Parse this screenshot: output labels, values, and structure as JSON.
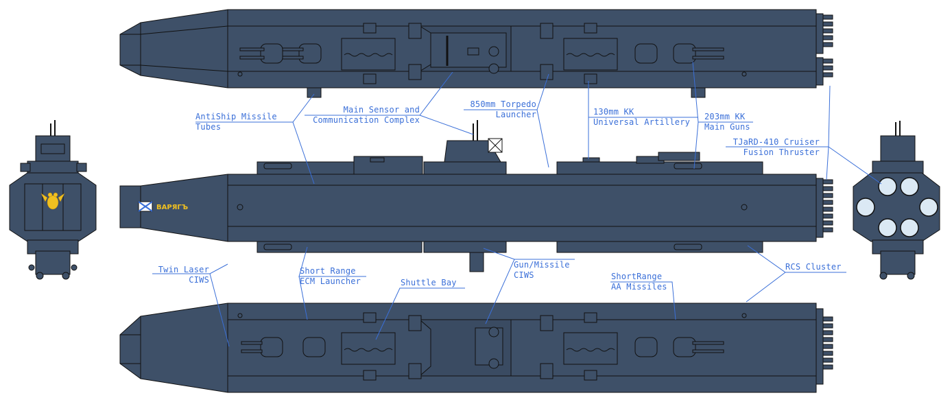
{
  "labels": {
    "antiship": [
      "AntiShip Missile",
      "Tubes"
    ],
    "sensor": [
      "Main Sensor and",
      "Communication Complex"
    ],
    "torpedo": [
      "850mm Torpedo",
      "Launcher"
    ],
    "artillery": [
      "130mm KK",
      "Universal Artillery"
    ],
    "main_guns": [
      "203mm KK",
      "Main Guns"
    ],
    "thruster": [
      "TJaRD-410 Cruiser",
      "Fusion Thruster"
    ],
    "laser": [
      "Twin Laser",
      "CIWS"
    ],
    "ecm": [
      "Short Range",
      "ECM Launcher"
    ],
    "shuttle": [
      "Shuttle Bay"
    ],
    "gun_missile": [
      "Gun/Missile",
      "CIWS"
    ],
    "aa": [
      "ShortRange",
      "AA Missiles"
    ],
    "rcs": [
      "RCS Cluster"
    ]
  },
  "ship_name": "ВАРЯГЪ",
  "colors": {
    "hull": "#3e5068",
    "hull_dark": "#34445a",
    "outline": "#111111",
    "callout": "#3a6fd8",
    "emblem": "#f0c020",
    "window": "#dbe9f4"
  }
}
